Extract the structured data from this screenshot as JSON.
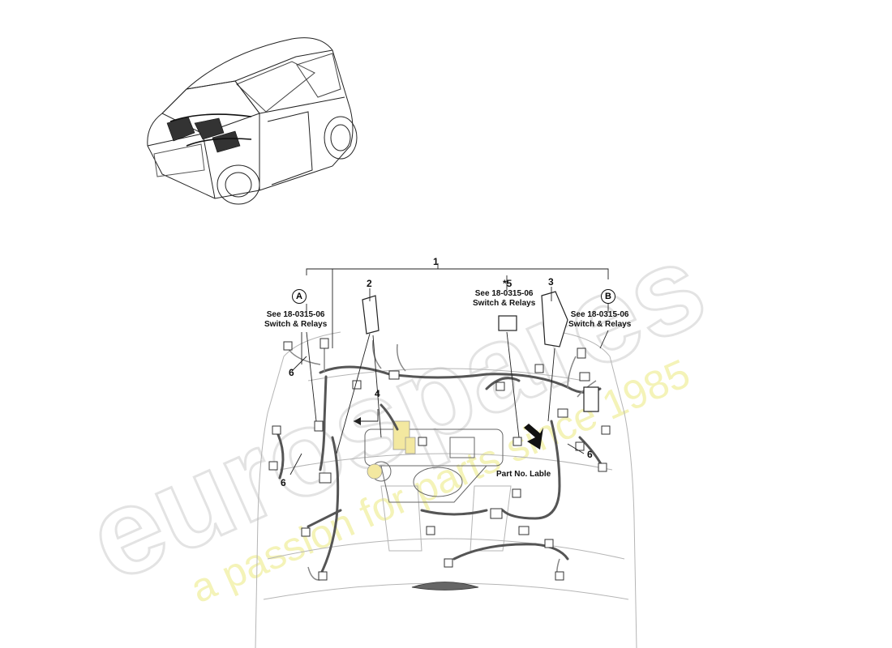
{
  "watermark": {
    "brand": "eurospares",
    "tagline": "a passion for parts since 1985",
    "brand_color": "#e6e6e6",
    "tagline_color": "#f2f2b0"
  },
  "callouts": {
    "c1": "1",
    "c2": "2",
    "c3": "3",
    "c4": "4",
    "c5": "*5",
    "c6_left_upper": "6",
    "c6_left_lower": "6",
    "c6_right": "6",
    "circle_a": "A",
    "circle_b": "B"
  },
  "references": {
    "ref_a_line1": "See 18-0315-06",
    "ref_a_line2": "Switch & Relays",
    "ref_5_line1": "See 18-0315-06",
    "ref_5_line2": "Switch & Relays",
    "ref_b_line1": "See 18-0315-06",
    "ref_b_line2": "Switch & Relays"
  },
  "notes": {
    "part_label": "Part No. Lable"
  },
  "colors": {
    "line": "#222222",
    "harness": "#555555",
    "outline": "#b8b8b8",
    "highlight": "#f3e8a0"
  }
}
